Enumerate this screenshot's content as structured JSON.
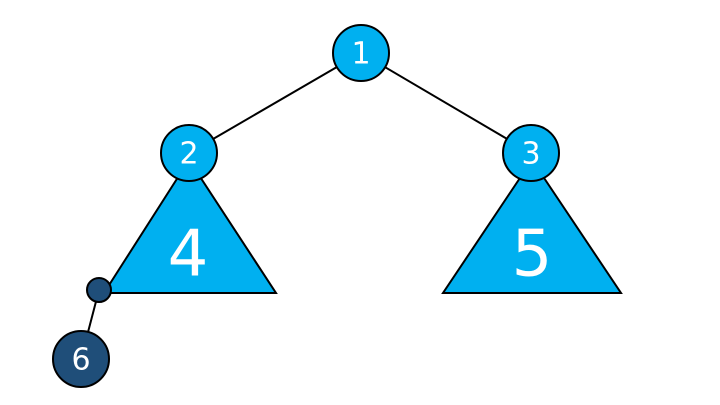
{
  "diagram": {
    "colors": {
      "light_fill": "#00B0F0",
      "dark_fill": "#1F4E79",
      "stroke": "#000000",
      "text": "#FFFFFF",
      "background": "#FFFFFF"
    },
    "nodes": {
      "n1": {
        "label": "1"
      },
      "n2": {
        "label": "2"
      },
      "n3": {
        "label": "3"
      },
      "n6": {
        "label": "6"
      }
    },
    "subtrees": {
      "t4": {
        "label": "4"
      },
      "t5": {
        "label": "5"
      }
    },
    "edges": [
      {
        "from": "1",
        "to": "2"
      },
      {
        "from": "1",
        "to": "3"
      },
      {
        "from": "subtree-4-leaf",
        "to": "6"
      }
    ]
  }
}
